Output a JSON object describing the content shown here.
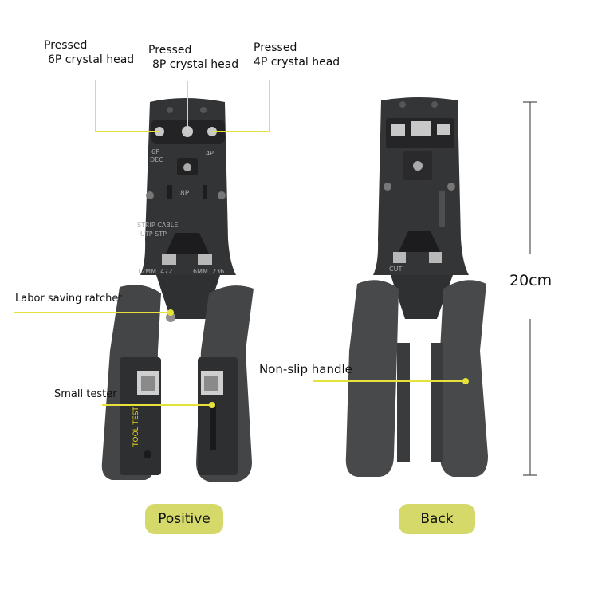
{
  "callouts": {
    "pressed_6p": {
      "line1": "Pressed",
      "line2": "6P crystal head"
    },
    "pressed_8p": {
      "line1": "Pressed",
      "line2": "8P crystal head"
    },
    "pressed_4p": {
      "line1": "Pressed",
      "line2": "4P crystal head"
    },
    "ratchet": "Labor saving ratchet",
    "tester": "Small tester",
    "handle": "Non-slip handle"
  },
  "tool_markings": {
    "front_6p": "6P",
    "front_dec": "DEC",
    "front_4p": "4P",
    "front_8p": "8P",
    "strip_cable": "STRIP CABLE",
    "utp_stp": "UTP STP",
    "size_left": "12MM .472",
    "size_right": "6MM .236",
    "tool_test": "TOOL TEST",
    "back_cut": "CUT"
  },
  "dimension": "20cm",
  "view_labels": {
    "front": "Positive",
    "back": "Back"
  },
  "colors": {
    "accent_line": "#e6e23a",
    "pill": "#d4d96a",
    "tool_body": "#3c3d3f",
    "handle": "#48494b",
    "tester_text": "#e6d21a"
  }
}
